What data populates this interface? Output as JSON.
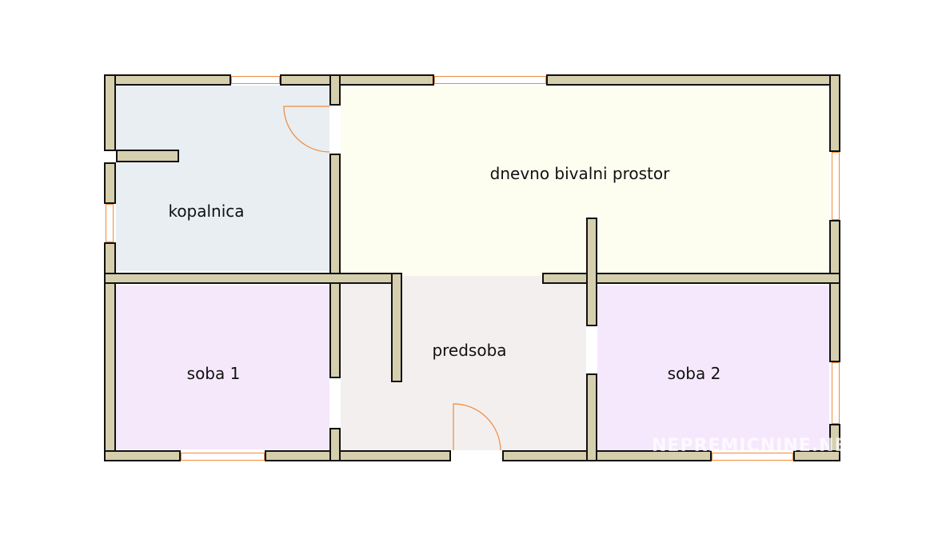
{
  "rooms": {
    "bathroom": "kopalnica",
    "living": "dnevno bivalni prostor",
    "hall": "predsoba",
    "room1": "soba 1",
    "room2": "soba 2"
  },
  "watermark": "NEPREMICNINE.NET",
  "colors": {
    "wall": "#d6cfae",
    "window_door": "#f08a3c",
    "bathroom": "#e8eef2",
    "living": "#fdfdf0",
    "hall": "#f3efef",
    "bedrooms": "#f5e8fb"
  }
}
